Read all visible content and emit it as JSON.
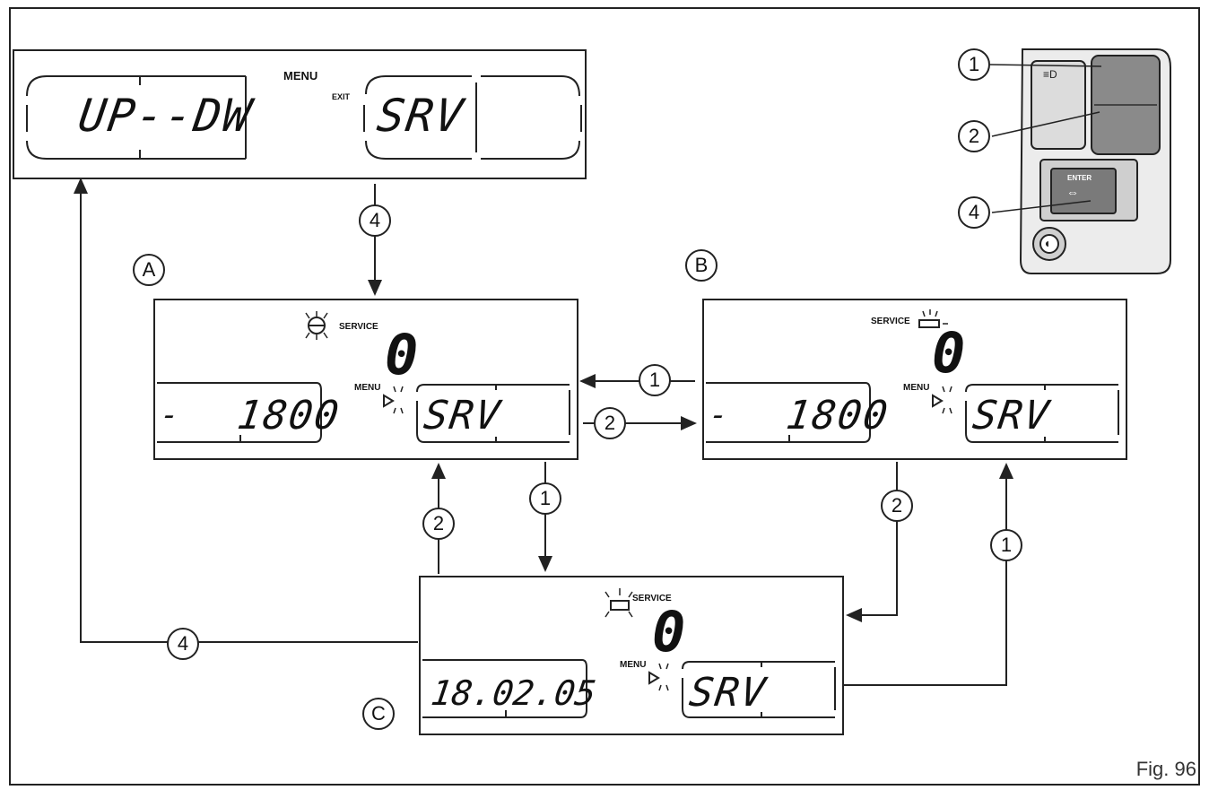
{
  "figure_label": "Fig. 96",
  "top_display": {
    "left_text": "UP--DW",
    "menu_label": "MENU",
    "exit_label": "EXIT",
    "right_text": "SRV"
  },
  "display_a": {
    "tag": "A",
    "service_label": "SERVICE",
    "big_digit": "0",
    "menu_label": "MENU",
    "left_value": "1800",
    "right_text": "SRV"
  },
  "display_b": {
    "tag": "B",
    "service_label": "SERVICE",
    "big_digit": "0",
    "menu_label": "MENU",
    "left_value": "1800",
    "right_text": "SRV"
  },
  "display_c": {
    "tag": "C",
    "service_label": "SERVICE",
    "big_digit": "0",
    "menu_label": "MENU",
    "left_value": "18.02.05",
    "right_text": "SRV"
  },
  "handlebar": {
    "enter_label": "ENTER",
    "callouts": [
      "1",
      "2",
      "4"
    ]
  },
  "transitions": [
    {
      "label": "4"
    },
    {
      "label": "1"
    },
    {
      "label": "2"
    },
    {
      "label": "1"
    },
    {
      "label": "2"
    },
    {
      "label": "2"
    },
    {
      "label": "1"
    },
    {
      "label": "4"
    }
  ],
  "colors": {
    "line": "#222222",
    "switch_body": "#d8d8d8",
    "button": "#7a7a7a"
  }
}
